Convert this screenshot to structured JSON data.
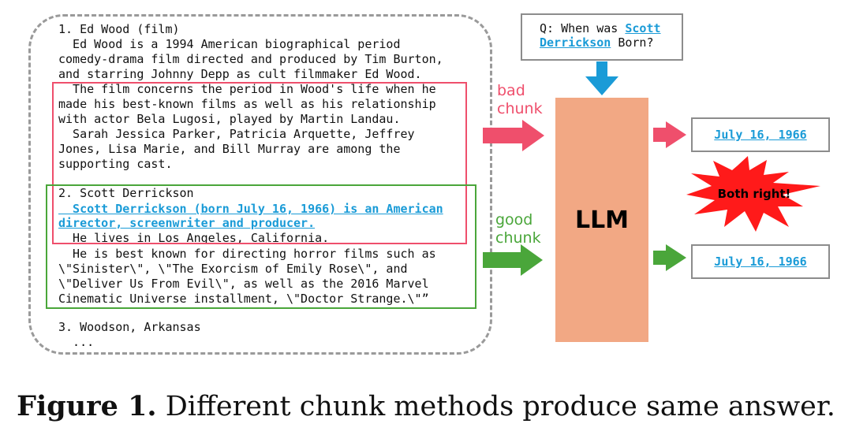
{
  "document": {
    "lines": [
      "1. Ed Wood (film)",
      "  Ed Wood is a 1994 American biographical period",
      "comedy-drama film directed and produced by Tim Burton,",
      "and starring Johnny Depp as cult filmmaker Ed Wood.",
      "  The film concerns the period in Wood's life when he",
      "made his best-known films as well as his relationship",
      "with actor Bela Lugosi, played by Martin Landau.",
      "  Sarah Jessica Parker, Patricia Arquette, Jeffrey",
      "Jones, Lisa Marie, and Bill Murray are among the",
      "supporting cast.",
      "2. Scott Derrickson",
      "  Scott Derrickson (born July 16, 1966) is an American",
      "director, screenwriter and producer.",
      "  He lives in Los Angeles, California.",
      "  He is best known for directing horror films such as",
      "\\\"Sinister\\\", \\\"The Exorcism of Emily Rose\\\", and",
      "\\\"Deliver Us From Evil\\\", as well as the 2016 Marvel",
      "Cinematic Universe installment, \\\"Doctor Strange.\\\"”",
      "3. Woodson, Arkansas",
      "  ..."
    ]
  },
  "question": {
    "prefix": "Q: When was ",
    "name_line1": "Scott",
    "name_line2": "Derrickson",
    "suffix": " Born?"
  },
  "bad_chunk_label": "bad\nchunk",
  "good_chunk_label": "good\nchunk",
  "llm_label": "LLM",
  "answer_top": "July 16, 1966",
  "answer_bottom": "July 16, 1966",
  "burst_label": "Both right!",
  "caption": {
    "prefix": "Figure 1.",
    "text": " Different chunk methods produce same answer."
  },
  "colors": {
    "bad": "#ef4f6c",
    "good": "#4aa63a",
    "highlight": "#1a9bd7",
    "llm": "#f2a884",
    "question_arrow": "#1a9bd7",
    "burst": "#ff1a1a"
  }
}
